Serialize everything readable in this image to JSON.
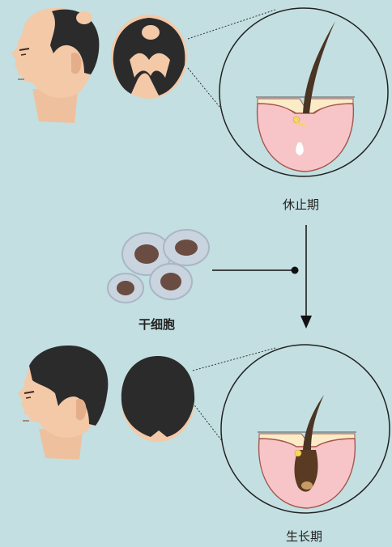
{
  "labels": {
    "resting_phase": "休止期",
    "stem_cells": "干细胞",
    "growth_phase": "生长期"
  },
  "colors": {
    "background": "#c3dfe1",
    "skin": "#f3c9a8",
    "hair": "#2b2b2b",
    "follicle_pink": "#f7c5c8",
    "follicle_outline": "#a4554c",
    "cell_outer": "#b9c6d3",
    "cell_nucleus": "#6a4c43"
  }
}
